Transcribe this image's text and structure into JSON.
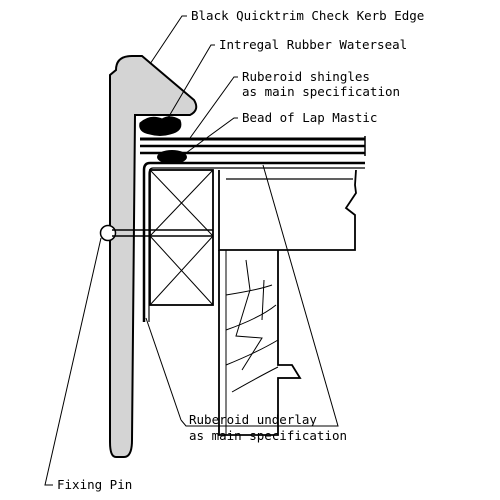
{
  "labels": {
    "kerb_edge": "Black Quicktrim Check Kerb Edge",
    "waterseal": "Intregal Rubber Waterseal",
    "shingles_line1": "Ruberoid shingles",
    "shingles_line2": "as main specification",
    "mastic": "Bead of Lap Mastic",
    "underlay_line1": "Ruberoid underlay",
    "underlay_line2": "as main specification",
    "fixing_pin": "Fixing Pin"
  },
  "colors": {
    "line": "#000000",
    "kerb_fill": "#d4d4d4",
    "background": "#ffffff"
  }
}
